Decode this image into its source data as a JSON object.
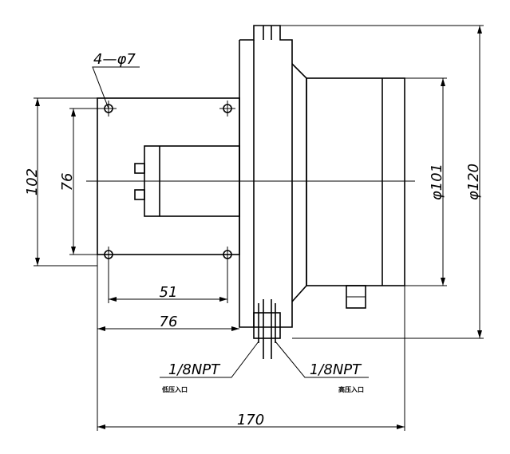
{
  "drawing": {
    "hole_callout": "4—φ7",
    "dimensions": {
      "height_outer": "102",
      "height_inner": "76",
      "width_holes": "51",
      "width_flange": "76",
      "total_length": "170",
      "body_diameter": "φ101",
      "flange_diameter": "φ120"
    },
    "ports": {
      "low_pressure": {
        "thread": "1/8NPT",
        "note": "低压入口"
      },
      "high_pressure": {
        "thread": "1/8NPT",
        "note": "高压入口"
      }
    }
  }
}
